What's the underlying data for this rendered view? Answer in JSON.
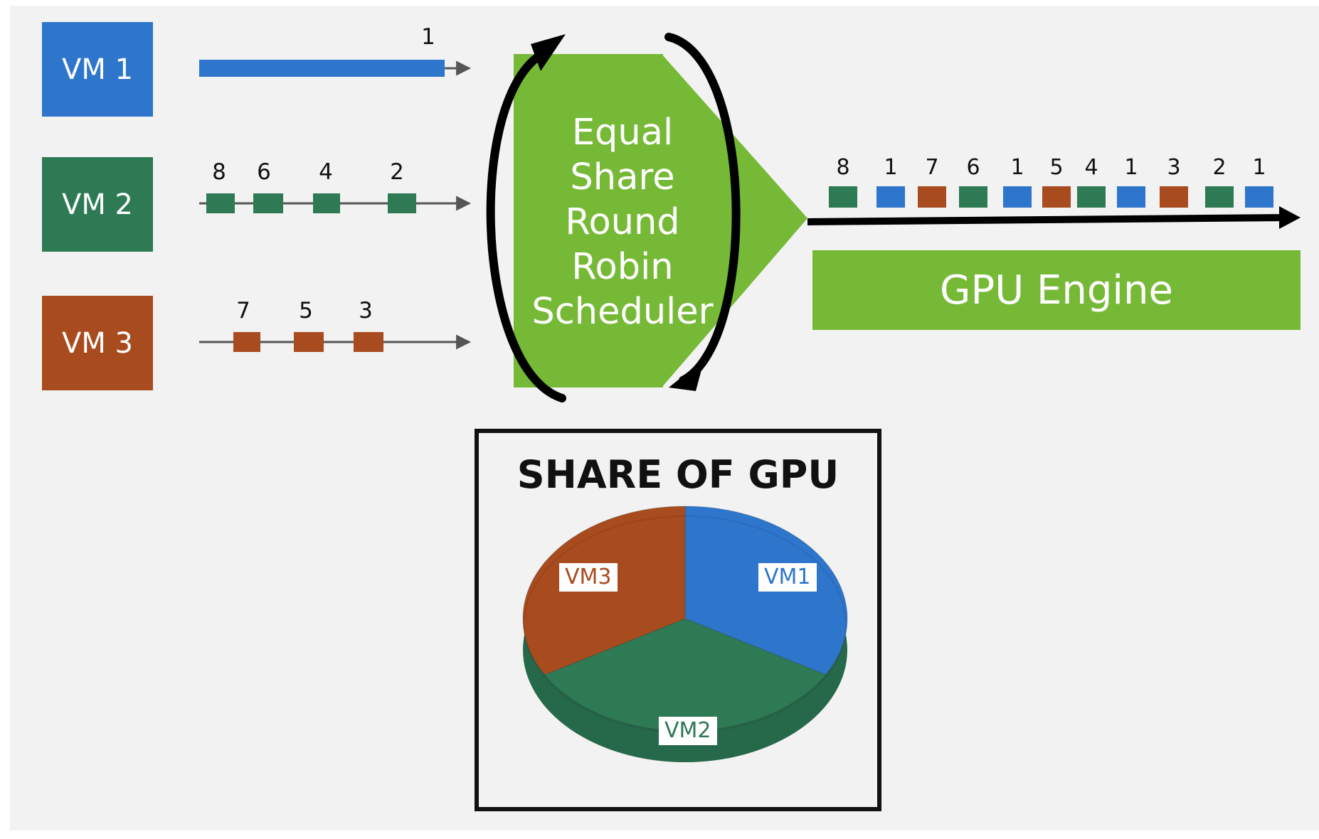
{
  "colors": {
    "vm1": "#2e75cc",
    "vm2": "#2d7a55",
    "vm3": "#a84b1f",
    "green": "#76b936",
    "background": "#f2f2f2"
  },
  "vms": [
    {
      "label": "VM 1",
      "color": "#2e75cc",
      "jobs": [
        "1"
      ]
    },
    {
      "label": "VM 2",
      "color": "#2d7a55",
      "jobs": [
        "8",
        "6",
        "4",
        "2"
      ]
    },
    {
      "label": "VM 3",
      "color": "#a84b1f",
      "jobs": [
        "7",
        "5",
        "3"
      ]
    }
  ],
  "scheduler": {
    "lines": [
      "Equal",
      "Share",
      "Round",
      "Robin",
      "Scheduler"
    ]
  },
  "engine": {
    "label": "GPU Engine",
    "queue": [
      {
        "num": "8",
        "vm": "vm2"
      },
      {
        "num": "1",
        "vm": "vm1"
      },
      {
        "num": "7",
        "vm": "vm3"
      },
      {
        "num": "6",
        "vm": "vm2"
      },
      {
        "num": "1",
        "vm": "vm1"
      },
      {
        "num": "5",
        "vm": "vm3"
      },
      {
        "num": "4",
        "vm": "vm2"
      },
      {
        "num": "1",
        "vm": "vm1"
      },
      {
        "num": "3",
        "vm": "vm3"
      },
      {
        "num": "2",
        "vm": "vm2"
      },
      {
        "num": "1",
        "vm": "vm1"
      }
    ]
  },
  "share_chart": {
    "title": "SHARE OF GPU",
    "chart_data": {
      "type": "pie",
      "title": "SHARE OF GPU",
      "categories": [
        "VM1",
        "VM2",
        "VM3"
      ],
      "values": [
        33.3,
        33.3,
        33.3
      ],
      "colors": [
        "#2e75cc",
        "#2d7a55",
        "#a84b1f"
      ]
    }
  }
}
